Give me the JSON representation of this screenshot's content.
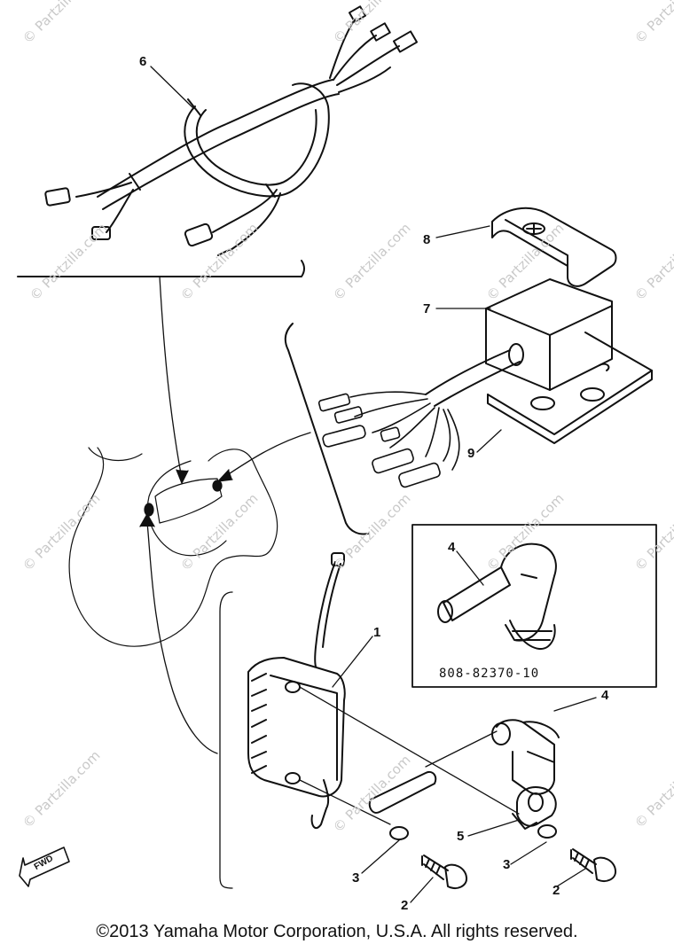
{
  "watermarks": [
    "© Partzilla.com",
    "© Partzilla.com",
    "© Partzilla.com",
    "© Partzilla.com",
    "© Partzilla.com",
    "© Partzilla.com",
    "© Partzilla.com",
    "© Partzilla.com",
    "© Partzilla.com",
    "© Partzilla.com",
    "© Partzilla.com",
    "© Partzilla.com",
    "© Partzilla.com",
    "© Partzilla.com",
    "© Partzilla.com",
    "© Partzilla.com"
  ],
  "callouts": {
    "c6": "6",
    "c8": "8",
    "c7": "7",
    "c9": "9",
    "c4_inset": "4",
    "c1": "1",
    "c4": "4",
    "c5": "5",
    "c3_left": "3",
    "c3_right": "3",
    "c2_left": "2",
    "c2_right": "2"
  },
  "inset": {
    "part_number": "808-82370-10"
  },
  "fwd_label": "FWD",
  "copyright": "©2013 Yamaha Motor Corporation, U.S.A. All rights reserved."
}
